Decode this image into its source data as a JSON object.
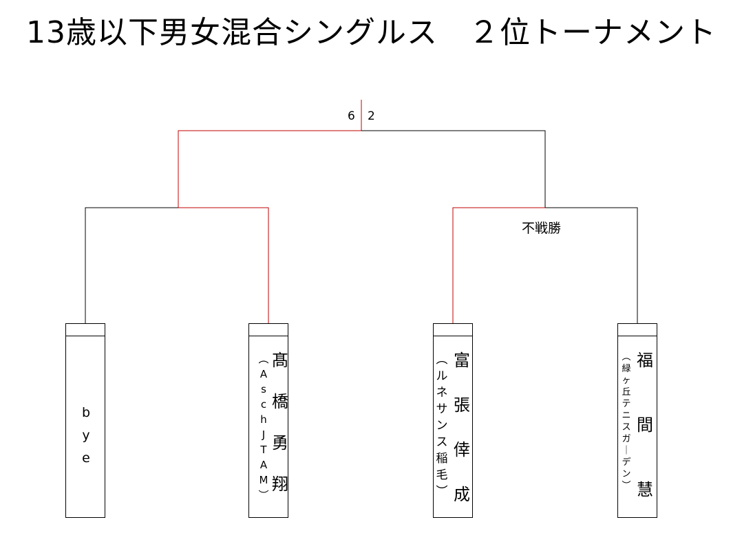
{
  "title": "13歳以下男女混合シングルス　２位トーナメント",
  "colors": {
    "winner_line": "#c00000",
    "line": "#000000"
  },
  "final": {
    "score_left": "6",
    "score_right": "2"
  },
  "semi_right_note": "不戦勝",
  "players": [
    {
      "name": "bye",
      "club": ""
    },
    {
      "name": "髙橋勇翔",
      "club": "（AschJTAM）"
    },
    {
      "name": "富張倖成",
      "club": "（ルネサンス稲毛）"
    },
    {
      "name": "福間慧",
      "club": "（緑ヶ丘テニスガーデン）"
    }
  ]
}
